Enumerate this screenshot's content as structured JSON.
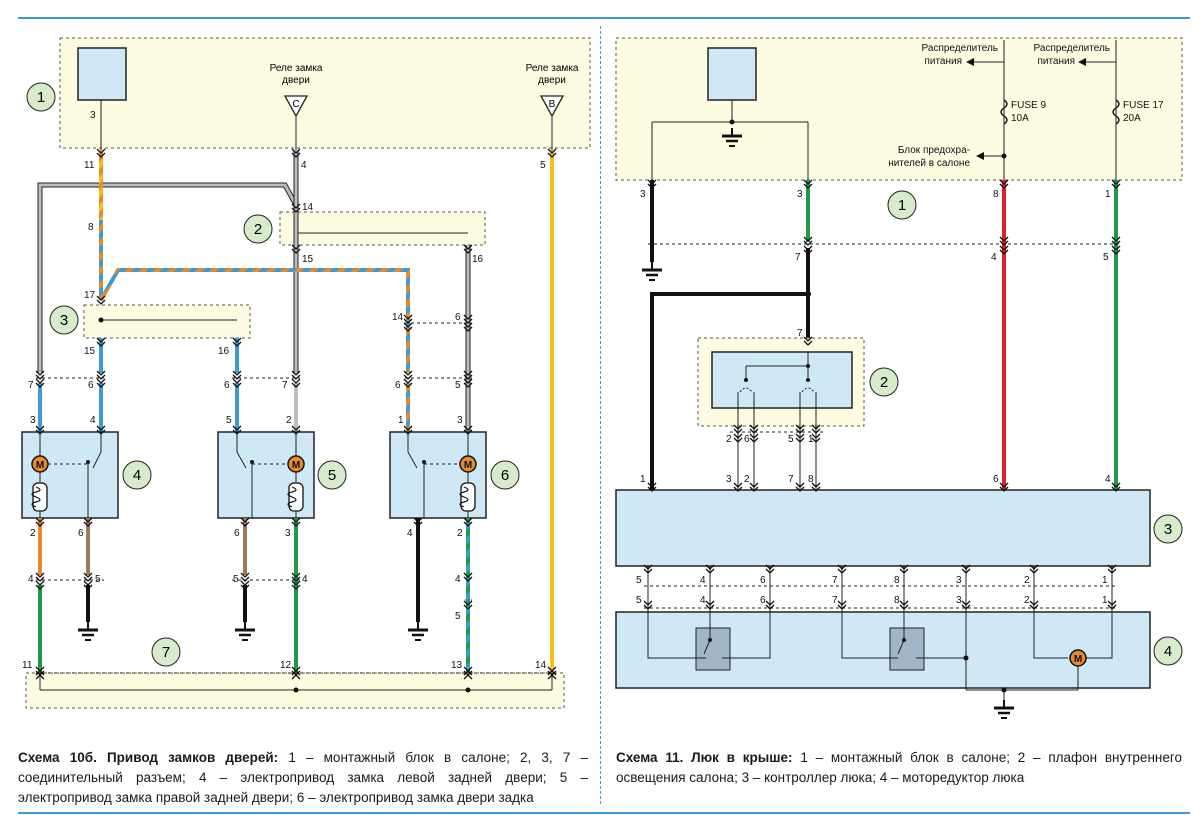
{
  "scheme10b": {
    "relay_c_label_1": "Реле замка",
    "relay_c_label_2": "двери",
    "relay_c_letter": "C",
    "relay_b_label_1": "Реле замка",
    "relay_b_label_2": "двери",
    "relay_b_letter": "B",
    "callouts": [
      "1",
      "2",
      "3",
      "4",
      "5",
      "6",
      "7"
    ],
    "caption_title": "Схема 10б. Привод замков дверей:",
    "caption_text": " 1 – монтажный блок в салоне;  2, 3, 7 – соединительный разъем; 4 – электропривод замка левой задней двери; 5 – электропривод замка правой задней двери; 6 – электропривод замка двери задка"
  },
  "scheme11": {
    "power_dist_1_line1": "Распределитель",
    "power_dist_1_line2": "питания",
    "power_dist_2_line1": "Распределитель",
    "power_dist_2_line2": "питания",
    "fuse9_name": "FUSE 9",
    "fuse9_rating": "10A",
    "fuse17_name": "FUSE 17",
    "fuse17_rating": "20A",
    "fuse_block_line1": "Блок предохра-",
    "fuse_block_line2": "нителей в салоне",
    "callouts": [
      "1",
      "2",
      "3",
      "4"
    ],
    "caption_title": "Схема 11. Люк в крыше:",
    "caption_text": " 1 – монтажный блок в салоне; 2 – плафон внутреннего освещения салона; 3 – контроллер люка; 4 – моторедуктор люка"
  },
  "pin_labels": {
    "s10_block1": [
      "3",
      "11",
      "4",
      "5"
    ],
    "s10_conn2": [
      "14",
      "15",
      "16"
    ],
    "s10_conn3": [
      "17",
      "15",
      "16"
    ],
    "s10_misc": [
      "8",
      "14",
      "6"
    ],
    "s10_conn_row": [
      "7",
      "6",
      "6",
      "7",
      "6",
      "5"
    ],
    "s10_dev4": [
      "3",
      "4",
      "2",
      "6"
    ],
    "s10_dev5": [
      "5",
      "2",
      "6",
      "3"
    ],
    "s10_dev6": [
      "1",
      "3",
      "4",
      "2"
    ],
    "s10_low": [
      "4",
      "5",
      "5",
      "4",
      "4",
      "5"
    ],
    "s10_conn7": [
      "11",
      "12",
      "13",
      "14"
    ],
    "s11_block1": [
      "3",
      "3",
      "8",
      "1"
    ],
    "s11_block1b": [
      "7",
      "4",
      "5"
    ],
    "s11_lamp": [
      "7",
      "2",
      "6",
      "5",
      "1"
    ],
    "s11_ctrl_top": [
      "1",
      "3",
      "2",
      "7",
      "8",
      "6",
      "4"
    ],
    "s11_ctrl_bot": [
      "5",
      "4",
      "6",
      "7",
      "8",
      "3",
      "2",
      "1"
    ],
    "s11_motor_top": [
      "5",
      "4",
      "6",
      "7",
      "8",
      "3",
      "2",
      "1"
    ]
  },
  "colors": {
    "accent": "#3a9bd6",
    "block_fill": "#fdfbe0",
    "device_fill": "#cfe8f6",
    "wire_grey": "#9a9a9a",
    "wire_blue": "#3a9bd6",
    "wire_orange": "#e88a2b",
    "wire_yellow": "#f2c21b",
    "wire_green": "#1f9a4a",
    "wire_black": "#111111",
    "wire_red": "#d8232a",
    "wire_brown": "#a0785a",
    "callout_fill": "#d8eccb"
  },
  "icons": [
    "motor-icon",
    "heater-coil-icon",
    "switch-icon",
    "ground-icon",
    "fuse-icon",
    "arrow-left-icon"
  ]
}
